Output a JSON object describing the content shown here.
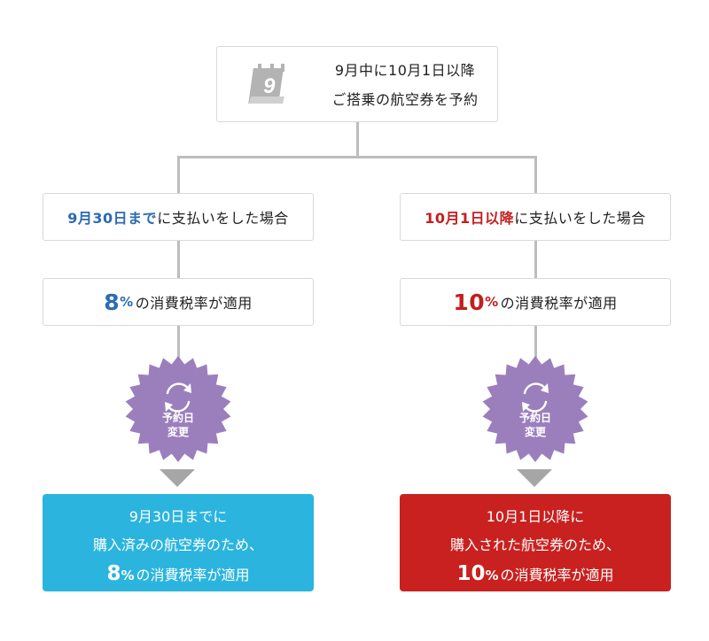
{
  "colors": {
    "connector": "#bdbdbd",
    "blue_accent": "#2b6bb5",
    "red_accent": "#c41e1e",
    "badge_purple": "#9b7fbd",
    "result_left_bg": "#2bb4de",
    "result_right_bg": "#c8211f",
    "arrow": "#a6a6a6"
  },
  "top": {
    "icon": "calendar-icon",
    "calendar_digit": "9",
    "line1": "9月中に10月1日以降",
    "line2": "ご搭乗の航空券を予約"
  },
  "left": {
    "condition_highlight": "9月30日まで",
    "condition_rest": "に支払いをした場合",
    "rate_number": "8",
    "rate_unit": "%",
    "rate_rest": "の消費税率が適用",
    "badge_icon": "refresh-icon",
    "badge_line1": "予約日",
    "badge_line2": "変更",
    "result_line1": "9月30日までに",
    "result_line2": "購入済みの航空券のため、",
    "result_rate_number": "8",
    "result_rate_unit": "%",
    "result_rate_rest": "の消費税率が適用"
  },
  "right": {
    "condition_highlight": "10月1日以降",
    "condition_rest": "に支払いをした場合",
    "rate_number": "10",
    "rate_unit": "%",
    "rate_rest": "の消費税率が適用",
    "badge_icon": "refresh-icon",
    "badge_line1": "予約日",
    "badge_line2": "変更",
    "result_line1": "10月1日以降に",
    "result_line2": "購入された航空券のため、",
    "result_rate_number": "10",
    "result_rate_unit": "%",
    "result_rate_rest": "の消費税率が適用"
  }
}
